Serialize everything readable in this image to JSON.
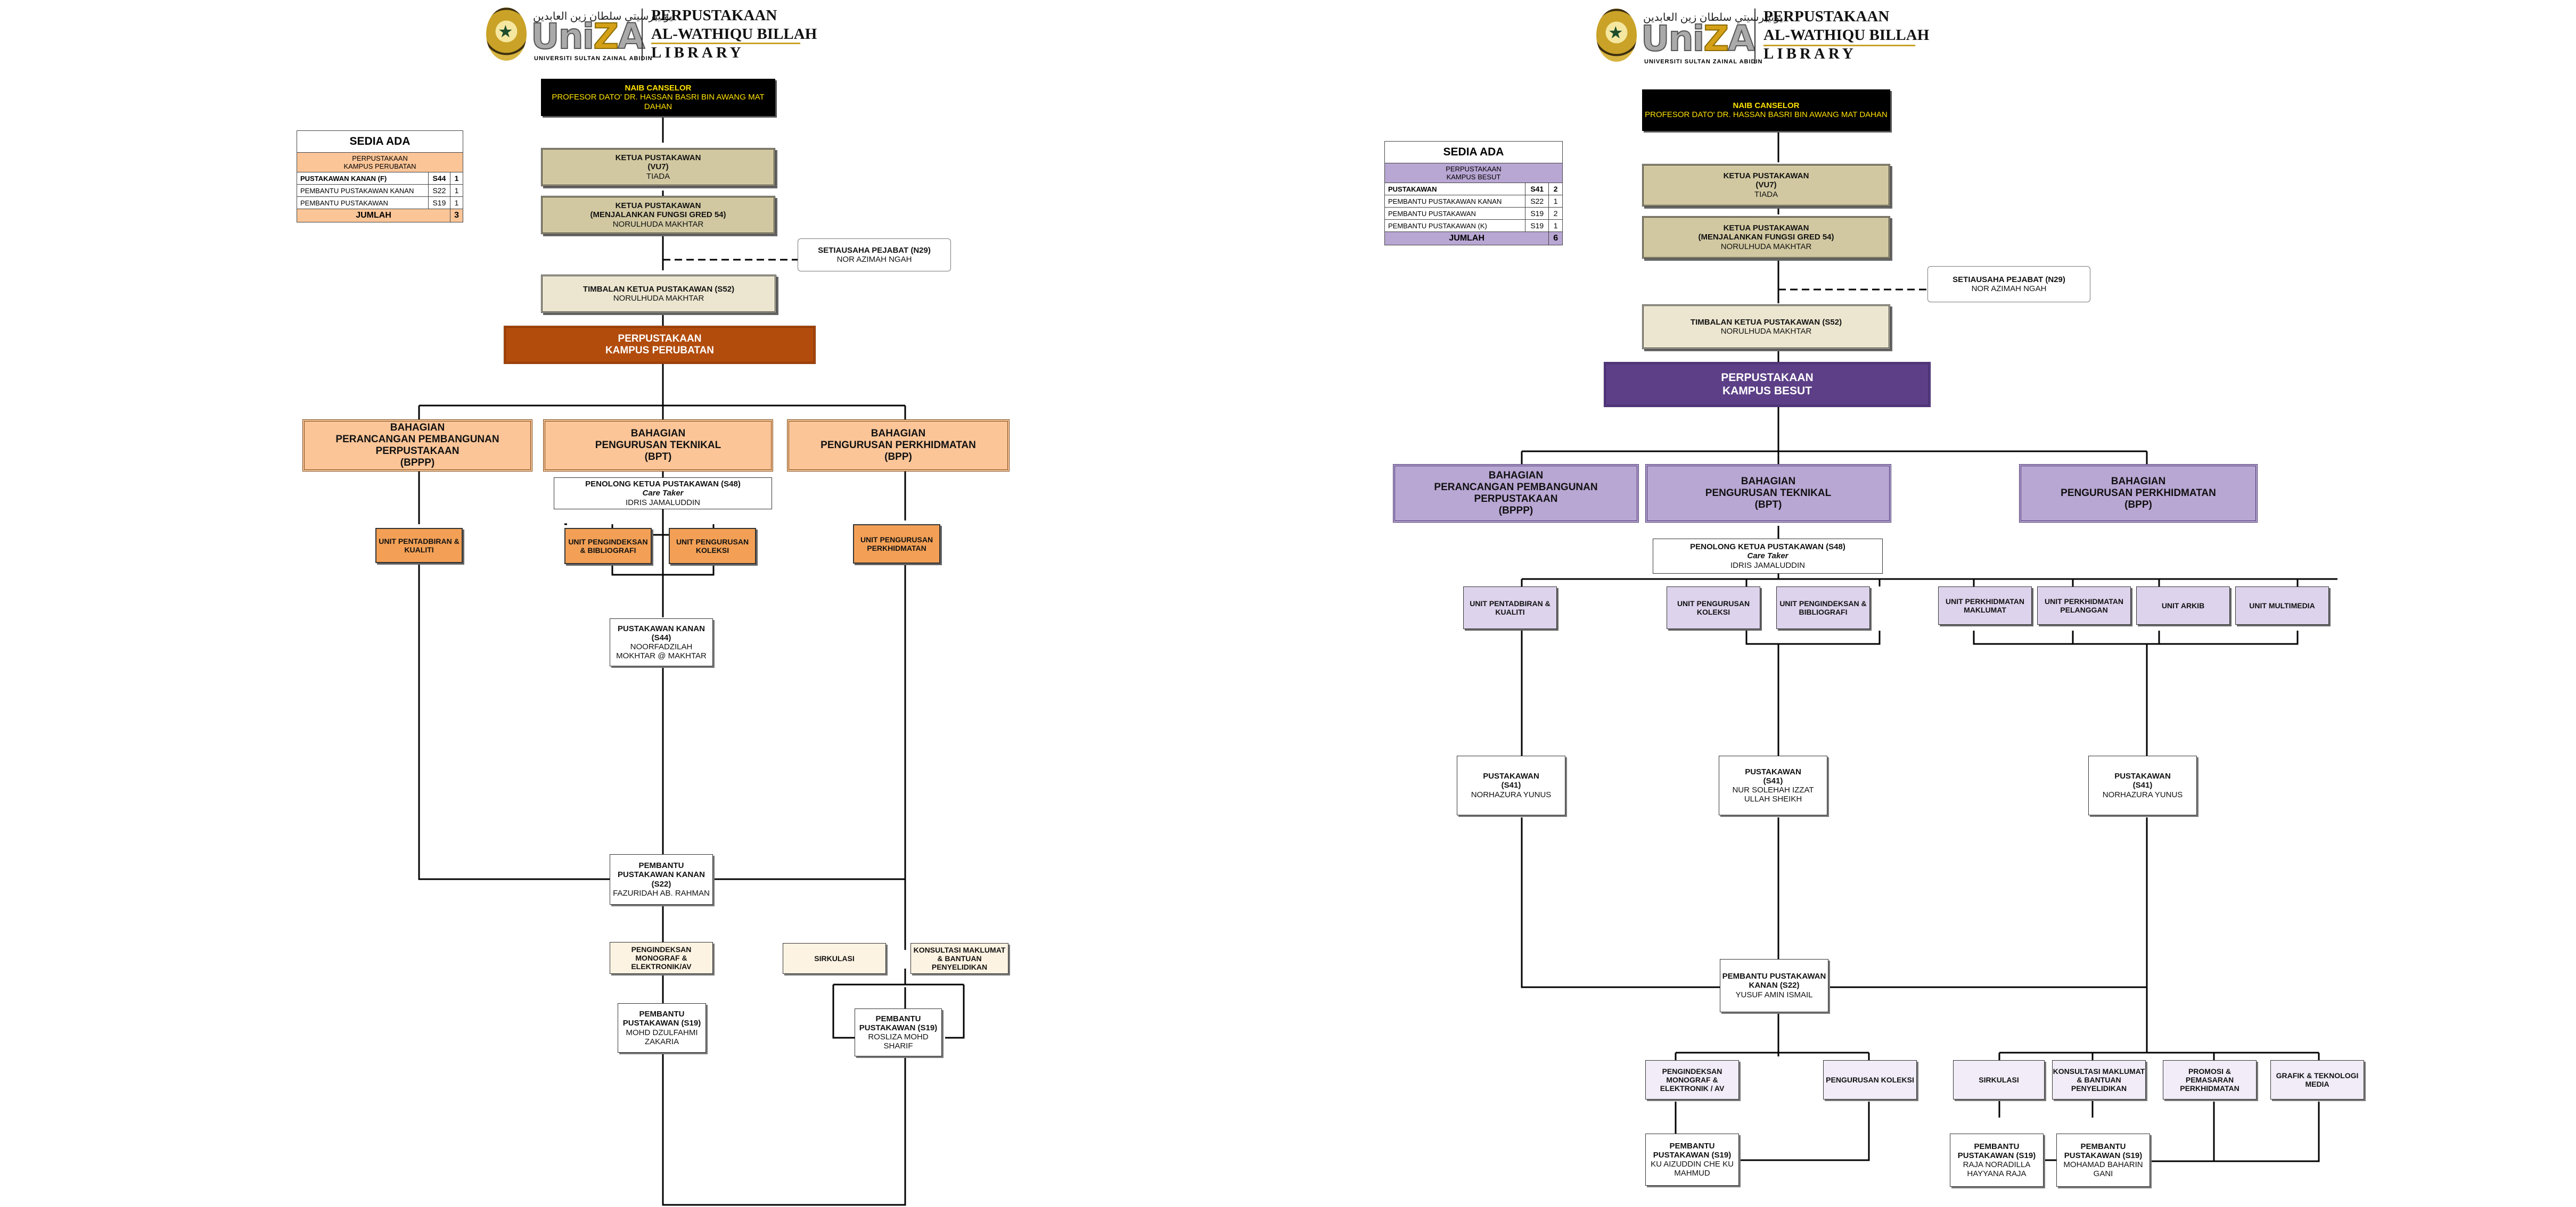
{
  "colors": {
    "dark": "#000000",
    "khaki": "#d1c8a1",
    "orange": "#b24c0d",
    "peach": "#fbc598",
    "orangeUnit": "#f3a056",
    "purple": "#5c3f87",
    "lavender": "#b8a6d3",
    "lavenderUnit": "#ddd3ec"
  },
  "logo": {
    "arabic": "يونيبرسيتي سلطان زين العابدين",
    "brand_u": "U",
    "brand_ni": "ni",
    "brand_z": "Z",
    "brand_a": "A",
    "university": "UNIVERSITI SULTAN ZAINAL ABIDIN",
    "line1": "PERPUSTAKAAN",
    "line2": "AL-WATHIQU BILLAH",
    "line3": "LIBRARY"
  },
  "left": {
    "table": {
      "title": "SEDIA ADA",
      "subtitle": "PERPUSTAKAAN\nKAMPUS PERUBATAN",
      "rows": [
        [
          "PUSTAKAWAN KANAN (F)",
          "S44",
          "1"
        ],
        [
          "PEMBANTU PUSTAKAWAN KANAN",
          "S22",
          "1"
        ],
        [
          "PEMBANTU PUSTAKAWAN",
          "S19",
          "1"
        ]
      ],
      "total_label": "JUMLAH",
      "total": "3"
    },
    "nc": {
      "title": "NAIB CANSELOR",
      "name": "PROFESOR DATO' DR. HASSAN BASRI BIN AWANG MAT DAHAN"
    },
    "ketua": {
      "title": "KETUA PUSTAKAWAN",
      "sub": "(VU7)",
      "name": "TIADA"
    },
    "ketua2": {
      "title": "KETUA PUSTAKAWAN",
      "sub": "(MENJALANKAN FUNGSI GRED 54)",
      "name": "NORULHUDA MAKHTAR"
    },
    "setia": {
      "title": "SETIAUSAHA PEJABAT (N29)",
      "name": "NOR AZIMAH NGAH"
    },
    "timbalan": {
      "title": "TIMBALAN KETUA PUSTAKAWAN (S52)",
      "name": "NORULHUDA MAKHTAR"
    },
    "campus": {
      "line1": "PERPUSTAKAAN",
      "line2": "KAMPUS PERUBATAN"
    },
    "div1": {
      "l1": "BAHAGIAN",
      "l2": "PERANCANGAN PEMBANGUNAN",
      "l3": "PERPUSTAKAAN",
      "l4": "(BPPP)"
    },
    "div2": {
      "l1": "BAHAGIAN",
      "l2": "PENGURUSAN TEKNIKAL",
      "l3": "(BPT)"
    },
    "div3": {
      "l1": "BAHAGIAN",
      "l2": "PENGURUSAN PERKHIDMATAN",
      "l3": "(BPP)"
    },
    "penolong": {
      "title": "PENOLONG KETUA PUSTAKAWAN (S48)",
      "role": "Care Taker",
      "name": "IDRIS JAMALUDDIN"
    },
    "u1": "UNIT PENTADBIRAN & KUALITI",
    "u2": "UNIT PENGINDEKSAN & BIBLIOGRAFI",
    "u3": "UNIT PENGURUSAN KOLEKSI",
    "u4": "UNIT PENGURUSAN PERKHIDMATAN",
    "pk": {
      "title": "PUSTAKAWAN KANAN",
      "grade": "(S44)",
      "name": "NOORFADZILAH MOKHTAR @ MAKHTAR"
    },
    "ppk": {
      "title": "PEMBANTU PUSTAKAWAN KANAN (S22)",
      "name": "FAZURIDAH AB. RAHMAN"
    },
    "l1": "PENGINDEKSAN MONOGRAF & ELEKTRONIK/AV",
    "l2": "SIRKULASI",
    "l3": "KONSULTASI MAKLUMAT & BANTUAN PENYELIDIKAN",
    "pp1": {
      "title": "PEMBANTU PUSTAKAWAN (S19)",
      "name": "MOHD DZULFAHMI ZAKARIA"
    },
    "pp2": {
      "title": "PEMBANTU PUSTAKAWAN (S19)",
      "name": "ROSLIZA MOHD SHARIF"
    }
  },
  "right": {
    "table": {
      "title": "SEDIA ADA",
      "subtitle": "PERPUSTAKAAN\nKAMPUS BESUT",
      "rows": [
        [
          "PUSTAKAWAN",
          "S41",
          "2"
        ],
        [
          "PEMBANTU PUSTAKAWAN KANAN",
          "S22",
          "1"
        ],
        [
          "PEMBANTU PUSTAKAWAN",
          "S19",
          "2"
        ],
        [
          "PEMBANTU PUSTAKAWAN (K)",
          "S19",
          "1"
        ]
      ],
      "total_label": "JUMLAH",
      "total": "6"
    },
    "nc": {
      "title": "NAIB CANSELOR",
      "name": "PROFESOR DATO' DR. HASSAN BASRI BIN AWANG MAT DAHAN"
    },
    "ketua": {
      "title": "KETUA PUSTAKAWAN",
      "sub": "(VU7)",
      "name": "TIADA"
    },
    "ketua2": {
      "title": "KETUA PUSTAKAWAN",
      "sub": "(MENJALANKAN FUNGSI GRED 54)",
      "name": "NORULHUDA MAKHTAR"
    },
    "setia": {
      "title": "SETIAUSAHA PEJABAT (N29)",
      "name": "NOR AZIMAH NGAH"
    },
    "timbalan": {
      "title": "TIMBALAN KETUA PUSTAKAWAN (S52)",
      "name": "NORULHUDA MAKHTAR"
    },
    "campus": {
      "line1": "PERPUSTAKAAN",
      "line2": "KAMPUS BESUT"
    },
    "div1": {
      "l1": "BAHAGIAN",
      "l2": "PERANCANGAN PEMBANGUNAN",
      "l3": "PERPUSTAKAAN",
      "l4": "(BPPP)"
    },
    "div2": {
      "l1": "BAHAGIAN",
      "l2": "PENGURUSAN TEKNIKAL",
      "l3": "(BPT)"
    },
    "div3": {
      "l1": "BAHAGIAN",
      "l2": "PENGURUSAN PERKHIDMATAN",
      "l3": "(BPP)"
    },
    "penolong": {
      "title": "PENOLONG KETUA PUSTAKAWAN (S48)",
      "role": "Care Taker",
      "name": "IDRIS JAMALUDDIN"
    },
    "u1": "UNIT PENTADBIRAN & KUALITI",
    "u2": "UNIT PENGURUSAN KOLEKSI",
    "u3": "UNIT PENGINDEKSAN & BIBLIOGRAFI",
    "u4": "UNIT PERKHIDMATAN MAKLUMAT",
    "u5": "UNIT PERKHIDMATAN PELANGGAN",
    "u6": "UNIT ARKIB",
    "u7": "UNIT MULTIMEDIA",
    "p1": {
      "title": "PUSTAKAWAN",
      "grade": "(S41)",
      "name": "NORHAZURA YUNUS"
    },
    "p2": {
      "title": "PUSTAKAWAN",
      "grade": "(S41)",
      "name": "NUR SOLEHAH IZZAT ULLAH SHEIKH"
    },
    "p3": {
      "title": "PUSTAKAWAN",
      "grade": "(S41)",
      "name": "NORHAZURA YUNUS"
    },
    "ppk": {
      "title": "PEMBANTU PUSTAKAWAN KANAN (S22)",
      "name": "YUSUF AMIN ISMAIL"
    },
    "l1": "PENGINDEKSAN MONOGRAF & ELEKTRONIK / AV",
    "l2": "PENGURUSAN KOLEKSI",
    "l3": "SIRKULASI",
    "l4": "KONSULTASI MAKLUMAT & BANTUAN PENYELIDIKAN",
    "l5": "PROMOSI & PEMASARAN PERKHIDMATAN",
    "l6": "GRAFIK & TEKNOLOGI MEDIA",
    "pp1": {
      "title": "PEMBANTU PUSTAKAWAN (S19)",
      "name": "KU AIZUDDIN CHE KU MAHMUD"
    },
    "pp2": {
      "title": "PEMBANTU PUSTAKAWAN (S19)",
      "name": "RAJA NORADILLA HAYYANA RAJA"
    },
    "pp3": {
      "title": "PEMBANTU PUSTAKAWAN (S19)",
      "name": "MOHAMAD BAHARIN GANI"
    }
  }
}
